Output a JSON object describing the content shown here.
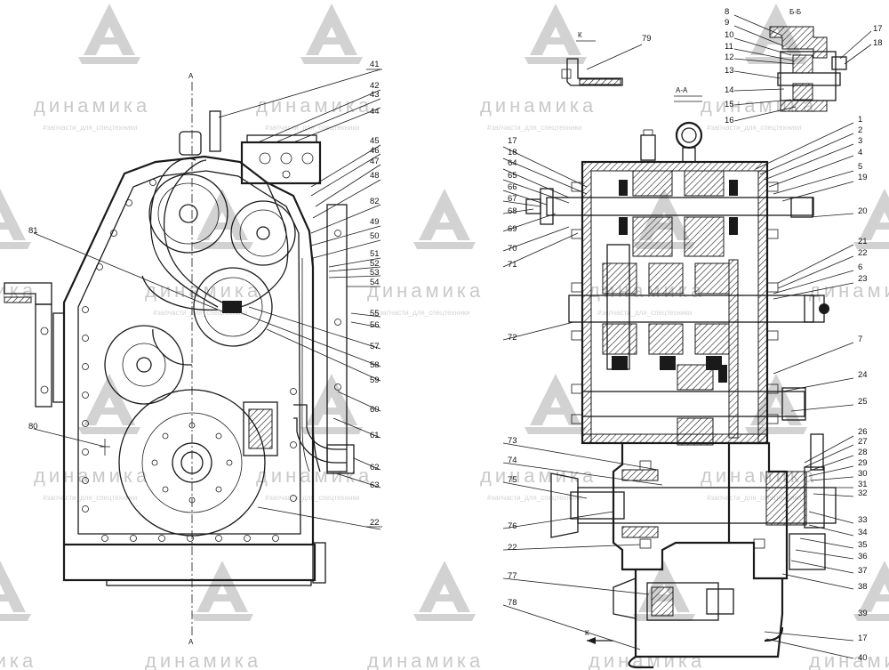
{
  "watermark": {
    "brand": "динамика",
    "tagline": "#запчасти_для_спецтехники"
  },
  "views": {
    "section_bb": "Б-Б",
    "view_k": "К",
    "section_aa": "А-А",
    "axis_mark": "А"
  },
  "left_callouts": [
    "41",
    "42",
    "43",
    "44",
    "45",
    "46",
    "47",
    "48",
    "82",
    "49",
    "50",
    "51",
    "52",
    "53",
    "54",
    "55",
    "56",
    "57",
    "58",
    "59",
    "60",
    "61",
    "62",
    "63",
    "22"
  ],
  "left_extra_callouts": [
    "81",
    "80"
  ],
  "right_left_callouts": [
    "17",
    "18",
    "64",
    "65",
    "66",
    "67",
    "68",
    "69",
    "70",
    "71",
    "72",
    "73",
    "74",
    "75",
    "76",
    "22",
    "77",
    "78"
  ],
  "right_right_callouts": [
    "1",
    "2",
    "3",
    "4",
    "5",
    "19",
    "20",
    "21",
    "22",
    "6",
    "23",
    "7",
    "24",
    "25",
    "26",
    "27",
    "28",
    "29",
    "30",
    "31",
    "32",
    "33",
    "34",
    "35",
    "36",
    "37",
    "38",
    "39",
    "17",
    "40"
  ],
  "bb_callouts": [
    "8",
    "9",
    "10",
    "11",
    "12",
    "13",
    "14",
    "15",
    "16"
  ],
  "bb_right_callouts": [
    "17",
    "18"
  ],
  "k_callout": "79"
}
